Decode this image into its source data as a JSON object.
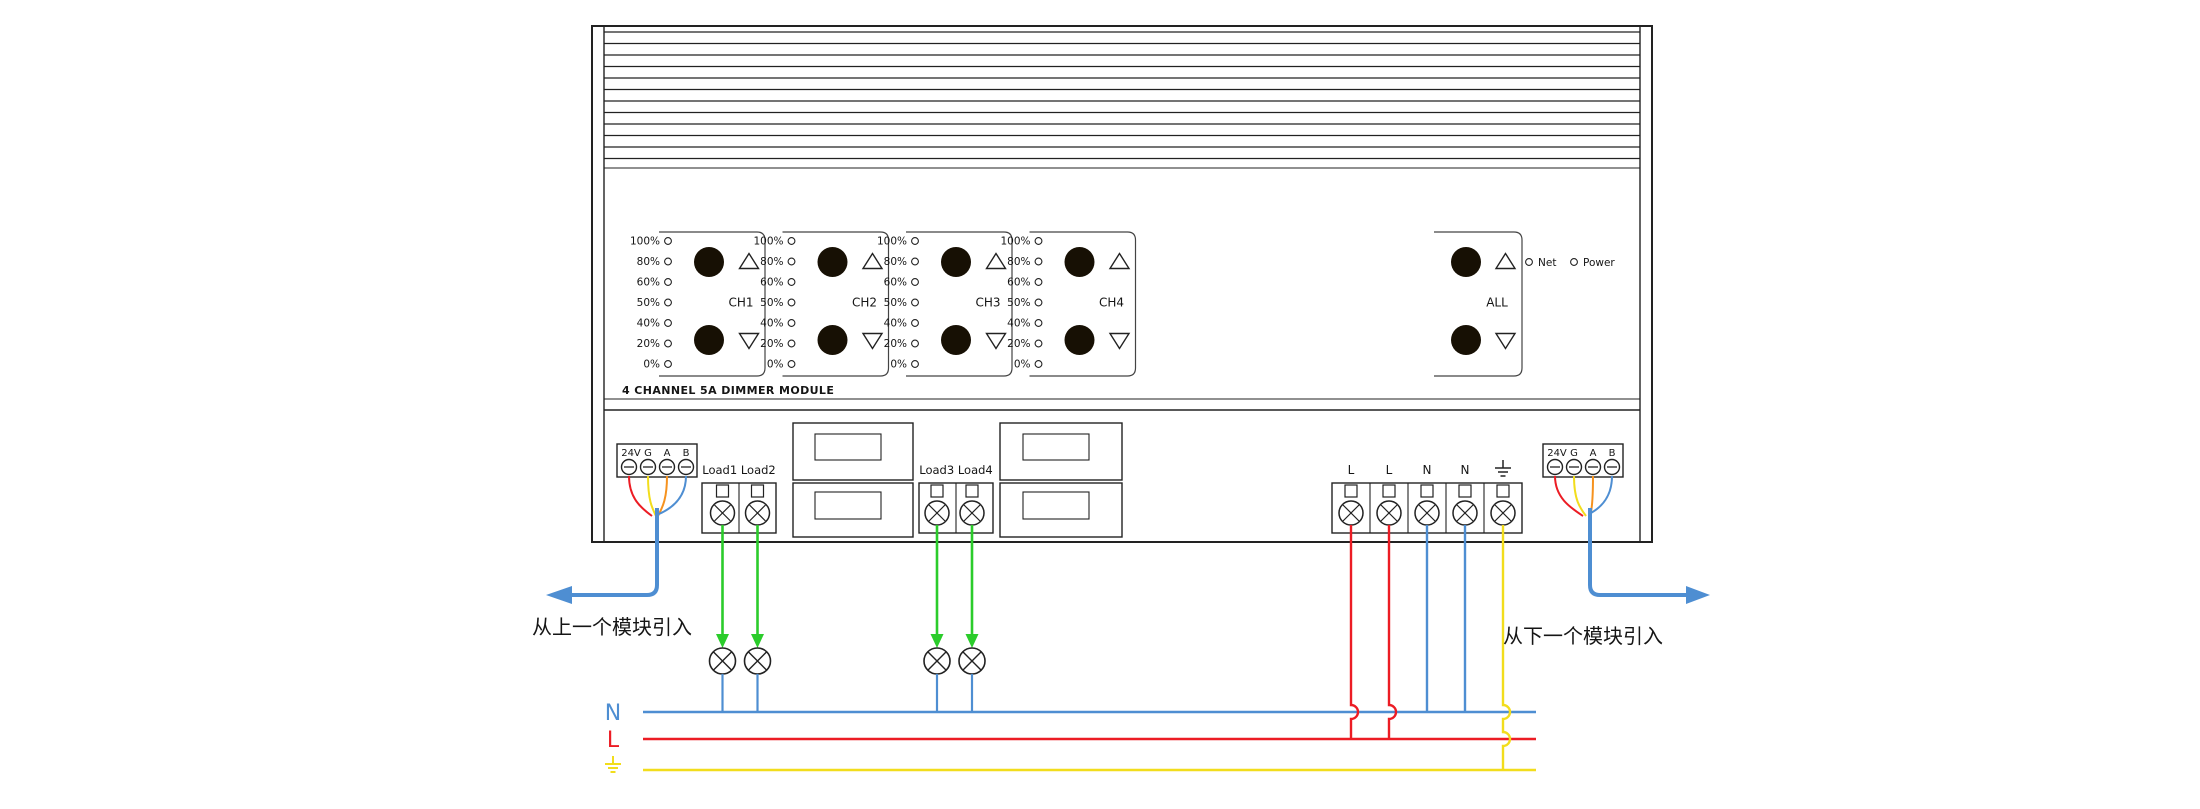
{
  "device": {
    "title": "4 CHANNEL 5A DIMMER MODULE",
    "channels": [
      "CH1",
      "CH2",
      "CH3",
      "CH4"
    ],
    "all_label": "ALL",
    "led_scale": [
      "100%",
      "80%",
      "60%",
      "50%",
      "40%",
      "20%",
      "0%"
    ],
    "indicators": [
      "Net",
      "Power"
    ]
  },
  "terminals": {
    "bus_labels": [
      "24V",
      "G",
      "A",
      "B"
    ],
    "load_left_label": "Load1 Load2",
    "load_right_label": "Load3 Load4",
    "power_labels": [
      "L",
      "L",
      "N",
      "N"
    ],
    "earth_symbol": "⏚"
  },
  "annotations": {
    "from_prev": "从上一个模块引入",
    "to_next": "从下一个模块引入"
  },
  "bus": {
    "neutral_label": "N",
    "live_label": "L",
    "earth_symbol": "⏚"
  },
  "colors": {
    "blue": "#4e8ed2",
    "red": "#ec1c24",
    "yellow": "#f2dd1c",
    "green": "#2bcc2b",
    "orange": "#f6921e",
    "button": "#171004",
    "line": "#222222"
  }
}
